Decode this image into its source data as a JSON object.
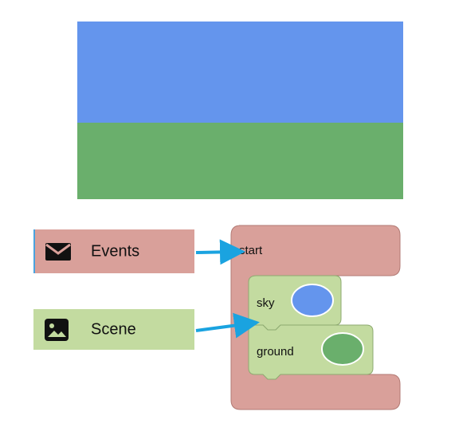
{
  "stage": {
    "sky_color": "#6495ed",
    "ground_color": "#6aaf6c"
  },
  "categories": [
    {
      "label": "Events",
      "icon": "envelope-icon",
      "color": "#d9a09a"
    },
    {
      "label": "Scene",
      "icon": "image-icon",
      "color": "#c3dba0"
    }
  ],
  "blocks": {
    "start_label": "start",
    "start_color": "#d9a09a",
    "sky_label": "sky",
    "sky_swatch": "#6495ed",
    "ground_label": "ground",
    "ground_swatch": "#6aaf6c",
    "scene_block_color": "#c3dba0",
    "arrow_color": "#1aa3e0"
  }
}
